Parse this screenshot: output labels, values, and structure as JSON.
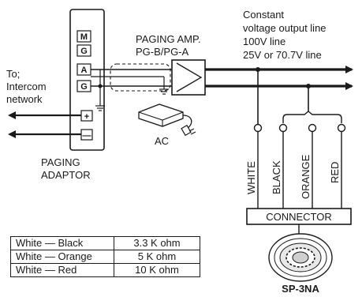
{
  "adaptor": {
    "keys": [
      "M",
      "G",
      "A",
      "G"
    ],
    "plus": "+",
    "minus": "—",
    "label_line1": "PAGING",
    "label_line2": "ADAPTOR"
  },
  "intercom": {
    "line1": "To;",
    "line2": "Intercom",
    "line3": "network"
  },
  "amp": {
    "title": "PAGING AMP.",
    "model": "PG-B/PG-A",
    "ac": "AC"
  },
  "output": {
    "line1": "Constant",
    "line2": "voltage output line",
    "line3": "100V line",
    "line4": "25V or 70.7V line"
  },
  "wires": [
    "WHITE",
    "BLACK",
    "ORANGE",
    "RED"
  ],
  "connector": "CONNECTOR",
  "impedance_table": [
    {
      "pair": "White — Black",
      "value": "3.3 K ohm"
    },
    {
      "pair": "White — Orange",
      "value": "5   K ohm"
    },
    {
      "pair": "White — Red",
      "value": "10   K ohm"
    }
  ],
  "speaker": {
    "model": "SP-3NA"
  }
}
